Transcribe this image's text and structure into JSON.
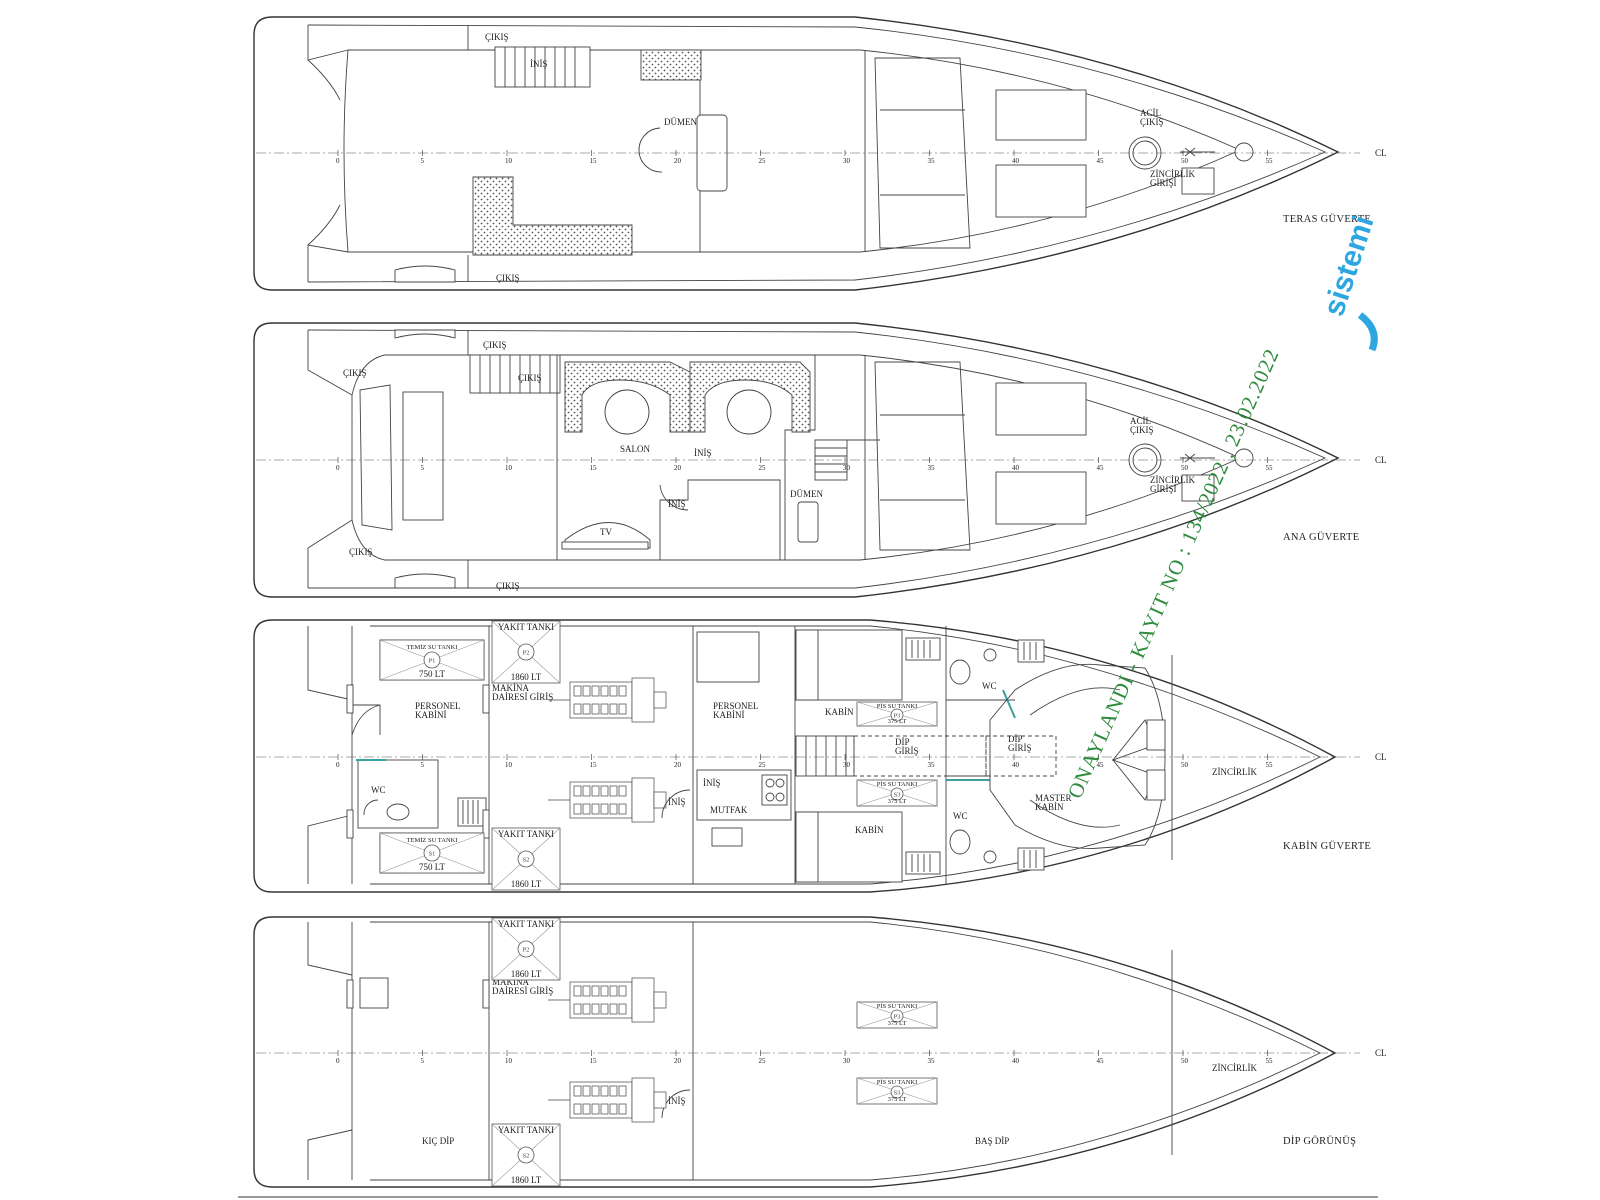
{
  "decks": [
    {
      "name": "TERAS GÜVERTE",
      "labels": {
        "exit_top": "ÇIKIŞ",
        "exit_bottom": "ÇIKIŞ",
        "stairs_down": "İNİŞ",
        "helm": "DÜMEN",
        "emergency_exit": "ACİL\nÇIKIŞ",
        "chain_entry": "ZİNCİRLİK\nGİRİŞİ"
      }
    },
    {
      "name": "ANA GÜVERTE",
      "labels": {
        "exit_aft_top": "ÇIKIŞ",
        "exit_aft_bottom": "ÇIKIŞ",
        "exit_stair_top": "ÇIKIŞ",
        "exit_stair_mid": "ÇIKIŞ",
        "exit_bottom": "ÇIKIŞ",
        "salon": "SALON",
        "stairs_down": "İNİŞ",
        "stairs_down_2": "İNİŞ",
        "tv": "TV",
        "helm": "DÜMEN",
        "emergency_exit": "ACİL\nÇIKIŞ",
        "chain_entry": "ZİNCİRLİK\nGİRİŞİ"
      }
    },
    {
      "name": "KABİN GÜVERTE",
      "labels": {
        "crew_cabin_aft": "PERSONEL\nKABİNİ",
        "engine_room_entry": "MAKİNA\nDAİRESİ GİRİŞ",
        "crew_cabin_fwd": "PERSONEL\nKABİNİ",
        "wc_aft": "WC",
        "stairs_down": "İNİŞ",
        "stairs_down_2": "İNİŞ",
        "galley": "MUTFAK",
        "cabin_top": "KABİN",
        "cabin_bottom": "KABİN",
        "bilge_entry_1": "DİP\nGİRİŞ",
        "bilge_entry_2": "DİP\nGİRİŞ",
        "wc_top": "WC",
        "wc_bottom": "WC",
        "master_cabin": "MASTER\nKABİN",
        "chain_locker": "ZİNCİRLİK"
      },
      "tanks": [
        {
          "title": "TEMİZ SU TANKI",
          "code": "P1",
          "capacity": "750 LT"
        },
        {
          "title": "TEMİZ SU TANKI",
          "code": "S1",
          "capacity": "750 LT"
        },
        {
          "title": "YAKIT TANKI",
          "code": "P2",
          "capacity": "1860 LT"
        },
        {
          "title": "YAKIT TANKI",
          "code": "S2",
          "capacity": "1860 LT"
        },
        {
          "title": "PİS SU TANKI",
          "code": "P3",
          "capacity": "375 LT"
        },
        {
          "title": "PİS SU TANKI",
          "code": "S3",
          "capacity": "375 LT"
        }
      ]
    },
    {
      "name": "DİP GÖRÜNÜŞ",
      "labels": {
        "engine_room_entry": "MAKİNA\nDAİRESİ GİRİŞ",
        "aft_bilge": "KIÇ  DİP",
        "fwd_bilge": "BAŞ DİP",
        "stairs_down": "İNİŞ",
        "chain_locker": "ZİNCİRLİK"
      },
      "tanks": [
        {
          "title": "YAKIT TANKI",
          "code": "P2",
          "capacity": "1860 LT"
        },
        {
          "title": "YAKIT TANKI",
          "code": "S2",
          "capacity": "1860 LT"
        },
        {
          "title": "PİS SU TANKI",
          "code": "P3",
          "capacity": "375 LT"
        },
        {
          "title": "PİS SU TANKI",
          "code": "S3",
          "capacity": "375 LT"
        }
      ]
    }
  ],
  "frame_numbers": [
    "0",
    "5",
    "10",
    "15",
    "20",
    "25",
    "30",
    "35",
    "40",
    "45",
    "50",
    "55"
  ],
  "centerline_label": "CL",
  "approval_stamp": "ONAYLANDI - KAYIT NO : 134/2022 , 23.02.2022",
  "watermark_text": "sistemi",
  "colors": {
    "stamp": "#2e8b3d",
    "watermark": "#2ea7e0",
    "line": "#333333"
  }
}
